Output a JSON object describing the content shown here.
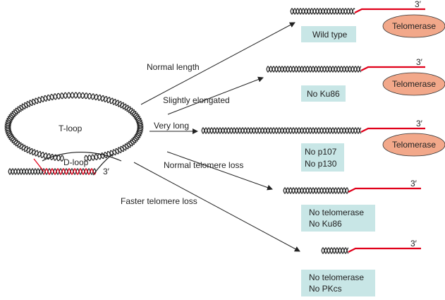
{
  "colors": {
    "label_box": "#c8e6e6",
    "telomerase_fill": "#f2a88a",
    "overhang": "#e0001a",
    "dna": "#222222"
  },
  "circle": {
    "tloop": "T-loop",
    "dloop": "D-loop",
    "end": "3′"
  },
  "paths": [
    {
      "label": "Normal length",
      "lines": [
        "Wild type"
      ],
      "telomerase": "Telomerase",
      "end": "3′"
    },
    {
      "label": "Slightly elongated",
      "lines": [
        "No Ku86"
      ],
      "telomerase": "Telomerase",
      "end": "3′"
    },
    {
      "label": "Very long",
      "lines": [
        "No p107",
        "No p130"
      ],
      "telomerase": "Telomerase",
      "end": "3′"
    },
    {
      "label": "Normal telomere loss",
      "lines": [
        "No telomerase",
        "No Ku86"
      ],
      "end": "3′"
    },
    {
      "label": "Faster telomere loss",
      "lines": [
        "No telomerase",
        "No PKcs"
      ],
      "end": "3′"
    }
  ]
}
